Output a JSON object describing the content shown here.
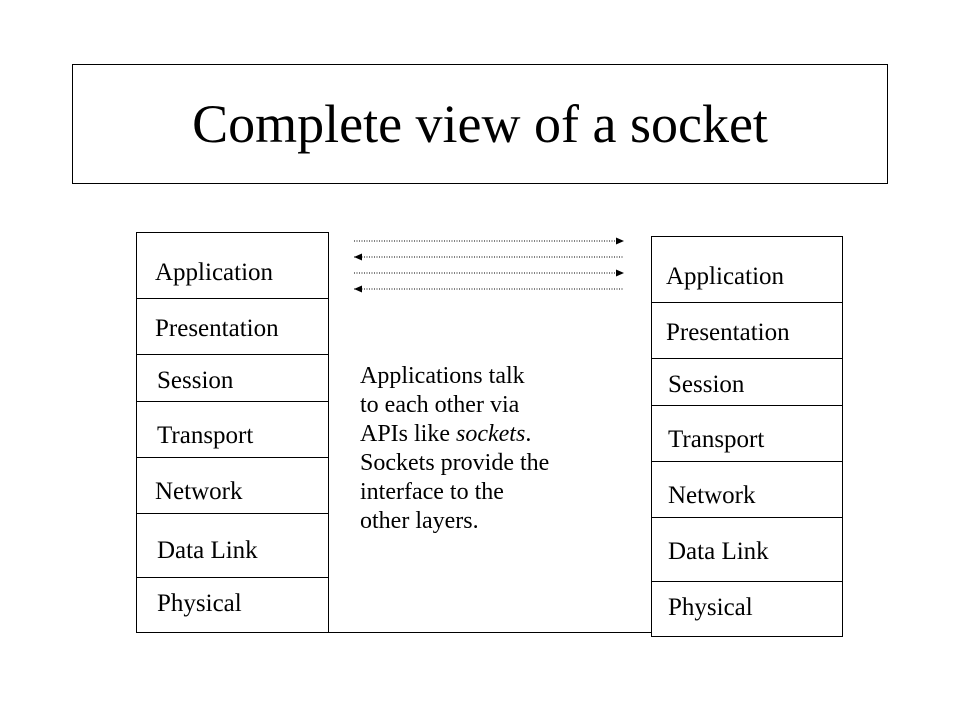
{
  "title": "Complete view of a socket",
  "left_stack": {
    "layers": [
      "Application",
      "Presentation",
      "Session",
      "Transport",
      "Network",
      "Data Link",
      "Physical"
    ]
  },
  "right_stack": {
    "layers": [
      "Application",
      "Presentation",
      "Session",
      "Transport",
      "Network",
      "Data Link",
      "Physical"
    ]
  },
  "description": {
    "lines": [
      {
        "text": "Applications talk"
      },
      {
        "text": "to each other via"
      },
      {
        "pre": "APIs like ",
        "em": "sockets",
        "post": "."
      },
      {
        "text": "Sockets provide the"
      },
      {
        "text": "interface to the"
      },
      {
        "text": "other layers."
      }
    ]
  },
  "arrows": [
    {
      "direction": "right"
    },
    {
      "direction": "left"
    },
    {
      "direction": "right"
    },
    {
      "direction": "left"
    }
  ]
}
